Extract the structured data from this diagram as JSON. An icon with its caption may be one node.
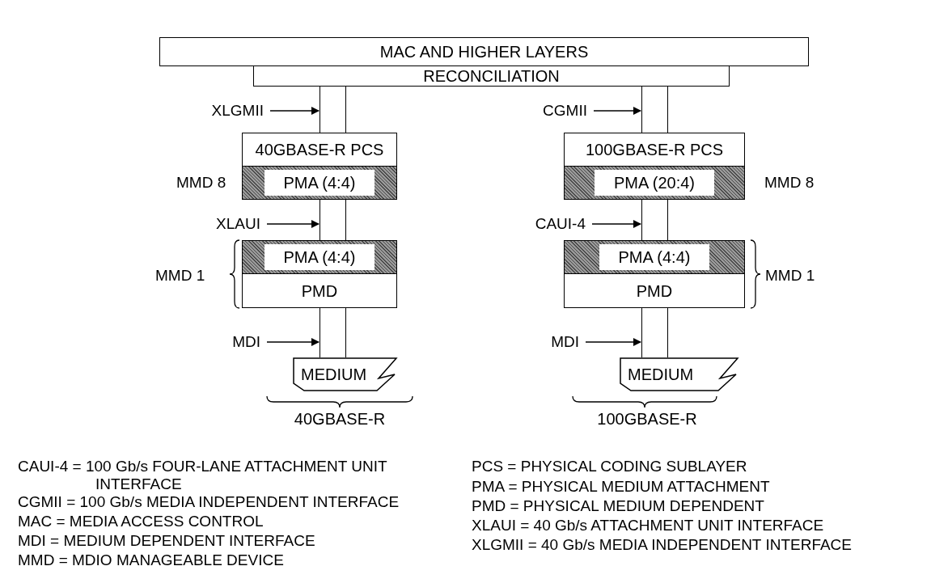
{
  "diagram": {
    "nodes": [
      {
        "text": [
          "MAC AND HIGHER LAYERS"
        ]
      },
      {
        "text": [
          "RECONCILIATION"
        ]
      },
      {
        "text": [
          "XLGMII"
        ]
      },
      {
        "text": [
          "CGMII"
        ]
      },
      {
        "text": [
          "40GBASE-R PCS"
        ]
      },
      {
        "text": [
          "100GBASE-R PCS"
        ]
      },
      {
        "text": [
          "PMA (4:4)"
        ]
      },
      {
        "text": [
          "PMA (20:4)"
        ]
      },
      {
        "text": [
          "XLAUI"
        ]
      },
      {
        "text": [
          "CAUI-4"
        ]
      },
      {
        "text": [
          "PMA (4:4)"
        ]
      },
      {
        "text": [
          "PMA (4:4)"
        ]
      },
      {
        "text": [
          "PMD"
        ]
      },
      {
        "text": [
          "PMD"
        ]
      },
      {
        "text": [
          "MDI"
        ]
      },
      {
        "text": [
          "MDI"
        ]
      },
      {
        "text": [
          "MEDIUM"
        ]
      },
      {
        "text": [
          "MEDIUM"
        ]
      },
      {
        "text": [],
        "shape": "bar"
      },
      {
        "text": [],
        "shape": "bar"
      },
      {
        "text": [],
        "shape": "bar"
      },
      {
        "text": [],
        "shape": "bar"
      },
      {
        "text": [],
        "shape": "bar"
      },
      {
        "text": [],
        "shape": "bar"
      }
    ],
    "edges": [
      {
        "from": 2,
        "to": 18,
        "arrow": "to"
      },
      {
        "from": 3,
        "to": 19,
        "arrow": "to"
      },
      {
        "from": 8,
        "to": 20,
        "arrow": "to"
      },
      {
        "from": 9,
        "to": 21,
        "arrow": "to"
      },
      {
        "from": 14,
        "to": 22,
        "arrow": "to"
      },
      {
        "from": 15,
        "to": 23,
        "arrow": "to"
      }
    ],
    "labels": [
      "MMD 8",
      "MMD 8",
      "MMD 1",
      "MMD 1",
      "40GBASE-R",
      "100GBASE-R",
      "CAUI-4 = 100 Gb/s FOUR-LANE ATTACHMENT UNIT INTERFACE",
      "CGMII = 100 Gb/s MEDIA INDEPENDENT INTERFACE",
      "MAC = MEDIA ACCESS CONTROL",
      "MDI = MEDIUM DEPENDENT INTERFACE",
      "MMD = MDIO MANAGEABLE DEVICE",
      "PCS = PHYSICAL CODING SUBLAYER",
      "PMA = PHYSICAL MEDIUM ATTACHMENT",
      "PMD = PHYSICAL MEDIUM DEPENDENT",
      "XLAUI = 40 Gb/s ATTACHMENT UNIT INTERFACE",
      "XLGMII = 40 Gb/s MEDIA INDEPENDENT INTERFACE"
    ]
  }
}
